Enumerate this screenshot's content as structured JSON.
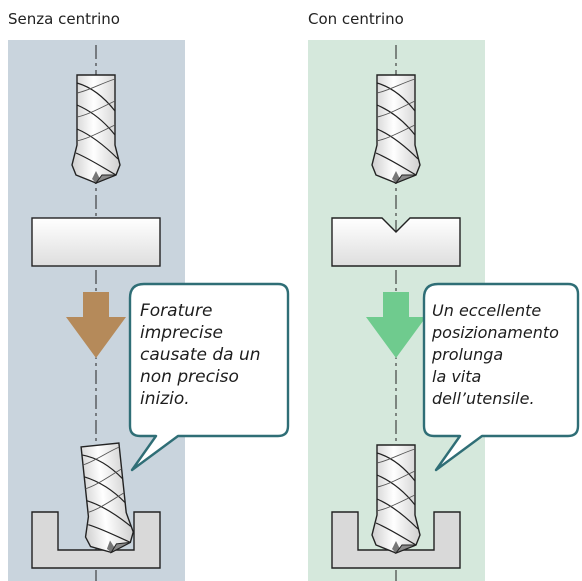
{
  "panels": [
    {
      "heading": "Senza centrino",
      "callout_lines": [
        "Forature",
        "imprecise",
        "causate da un",
        "non preciso",
        "inizio."
      ],
      "background_color": "#c9d4dd",
      "arrow_color": "#b58a5a"
    },
    {
      "heading": "Con centrino",
      "callout_lines": [
        "Un eccellente",
        "posizionamento",
        "prolunga",
        "la vita",
        "dell’utensile."
      ],
      "background_color": "#d5e8dc",
      "arrow_color": "#6fcb8e"
    }
  ],
  "callout_border_color": "#2f6e76",
  "icons": [
    "drill-bit-icon",
    "workpiece-icon",
    "down-arrow-icon",
    "speech-bubble-icon"
  ]
}
